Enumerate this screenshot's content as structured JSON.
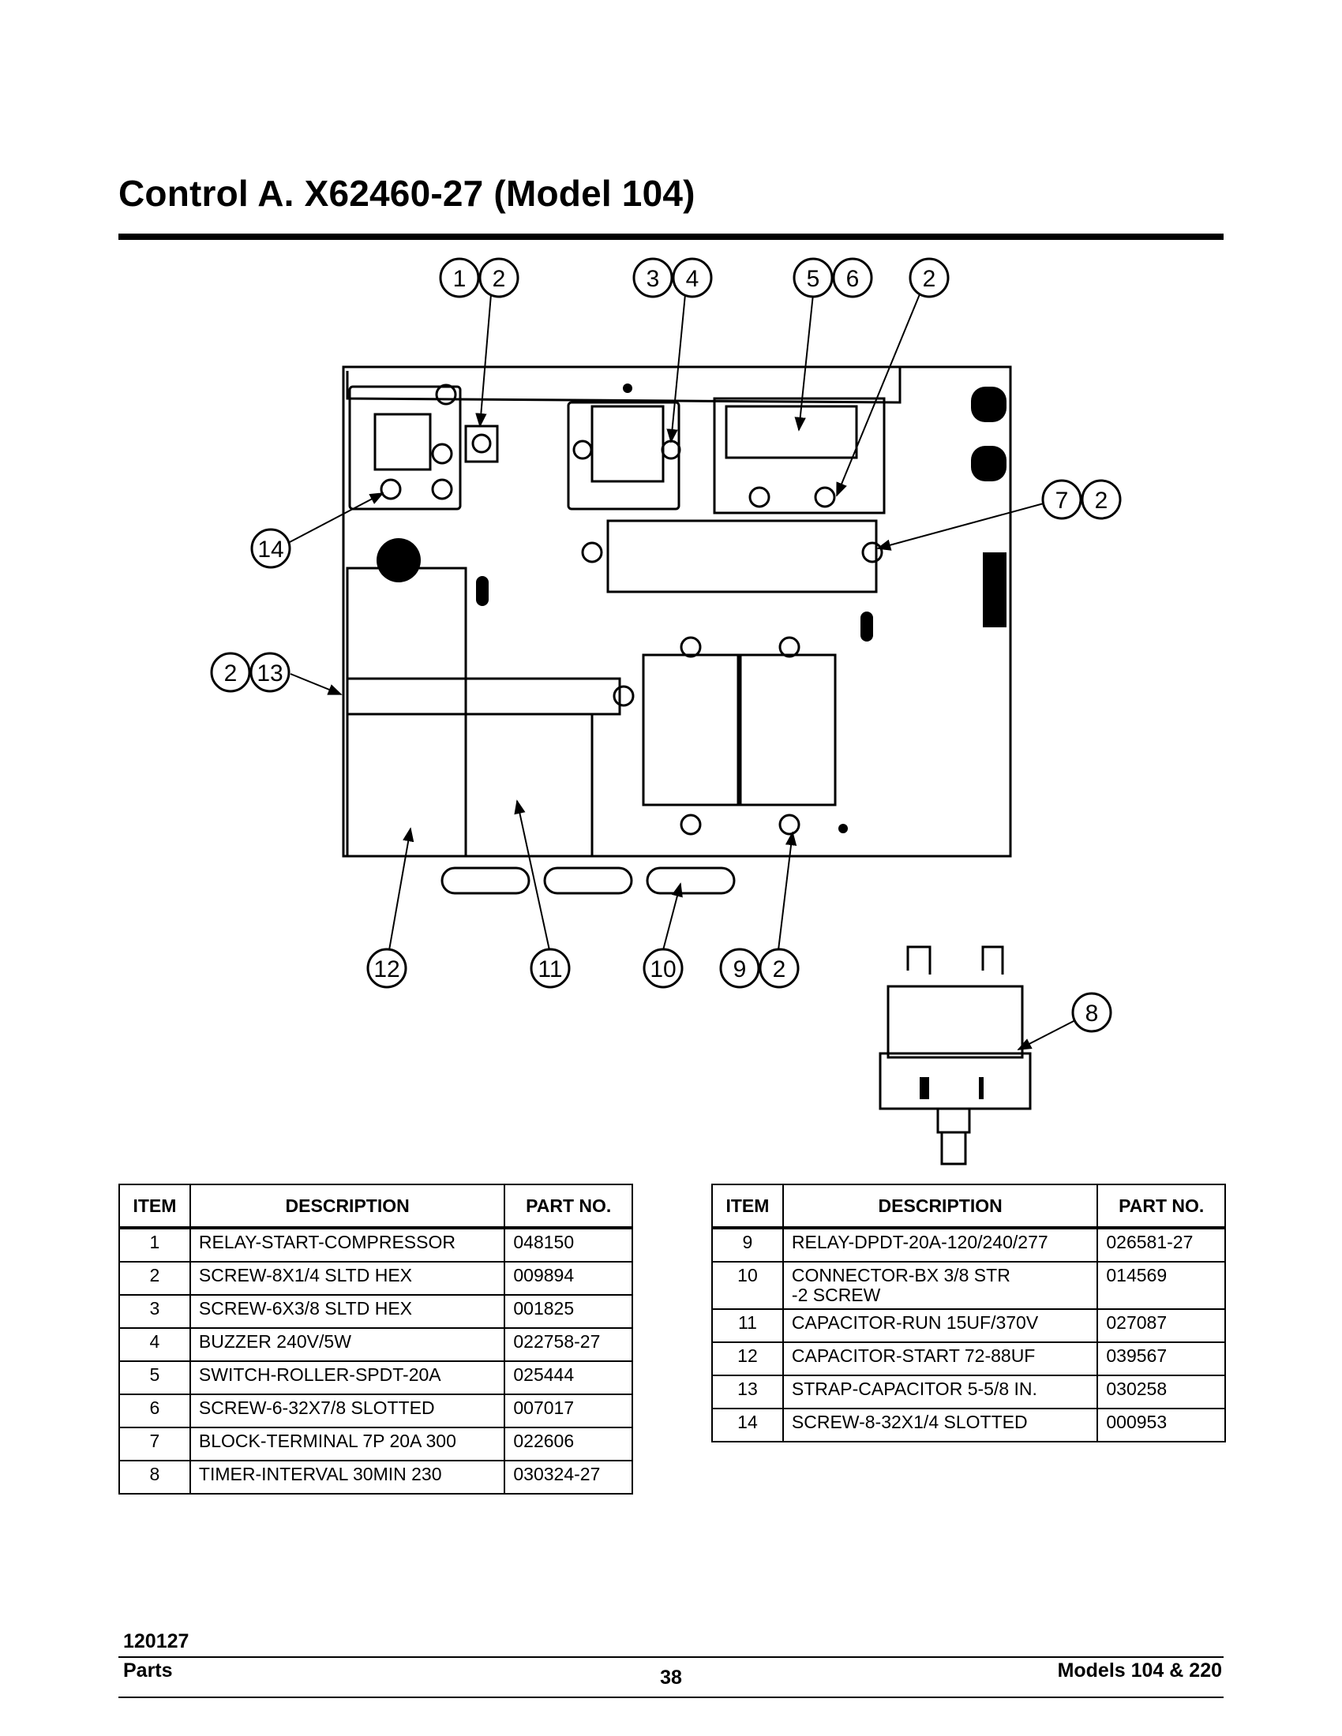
{
  "title": "Control A. X62460-27 (Model 104)",
  "callouts": {
    "c1": "1",
    "c2a": "2",
    "c3": "3",
    "c4": "4",
    "c5": "5",
    "c6": "6",
    "c2b": "2",
    "c7": "7",
    "c2c": "2",
    "c14": "14",
    "c2d": "2",
    "c13": "13",
    "c12": "12",
    "c11": "11",
    "c10": "10",
    "c9": "9",
    "c2e": "2",
    "c8": "8"
  },
  "tables": {
    "headers": {
      "item": "ITEM",
      "description": "DESCRIPTION",
      "part_no": "PART NO."
    },
    "left": [
      {
        "item": "1",
        "description": "RELAY-START-COMPRESSOR",
        "part_no": "048150"
      },
      {
        "item": "2",
        "description": "SCREW-8X1/4 SLTD HEX",
        "part_no": "009894"
      },
      {
        "item": "3",
        "description": "SCREW-6X3/8 SLTD HEX",
        "part_no": "001825"
      },
      {
        "item": "4",
        "description": "BUZZER  240V/5W",
        "part_no": "022758-27"
      },
      {
        "item": "5",
        "description": "SWITCH-ROLLER-SPDT-20A",
        "part_no": "025444"
      },
      {
        "item": "6",
        "description": "SCREW-6-32X7/8 SLOTTED",
        "part_no": "007017"
      },
      {
        "item": "7",
        "description": "BLOCK-TERMINAL 7P 20A 300",
        "part_no": "022606"
      },
      {
        "item": "8",
        "description": "TIMER-INTERVAL 30MIN 230",
        "part_no": "030324-27"
      }
    ],
    "right": [
      {
        "item": "9",
        "description": "RELAY-DPDT-20A-120/240/277",
        "part_no": "026581-27"
      },
      {
        "item": "10",
        "description": "CONNECTOR-BX 3/8 STR\n-2 SCREW",
        "part_no": "014569"
      },
      {
        "item": "11",
        "description": "CAPACITOR-RUN 15UF/370V",
        "part_no": "027087"
      },
      {
        "item": "12",
        "description": "CAPACITOR-START 72-88UF",
        "part_no": "039567"
      },
      {
        "item": "13",
        "description": "STRAP-CAPACITOR 5-5/8 IN.",
        "part_no": "030258"
      },
      {
        "item": "14",
        "description": "SCREW-8-32X1/4 SLOTTED",
        "part_no": "000953"
      }
    ]
  },
  "footer": {
    "doc_code": "120127",
    "section": "Parts",
    "page_number": "38",
    "models": "Models 104 & 220"
  }
}
